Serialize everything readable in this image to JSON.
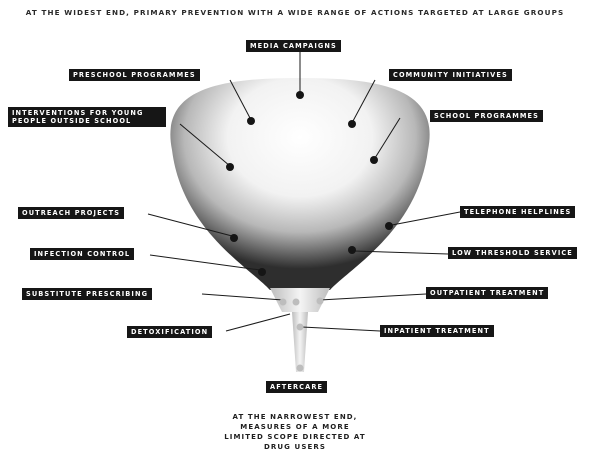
{
  "header": "At the widest end, primary prevention with a wide range of actions targeted at large groups",
  "footer_lines": [
    "At the narrowest end,",
    "measures of a more",
    "limited scope directed at",
    "drug users"
  ],
  "labels": {
    "media_campaigns": "Media campaigns",
    "preschool_programmes": "Preschool programmes",
    "community_initiatives": "Community initiatives",
    "interventions_young_line1": "Interventions for young",
    "interventions_young_line2": "people outside school",
    "school_programmes": "School programmes",
    "outreach_projects": "Outreach projects",
    "telephone_helplines": "Telephone helplines",
    "infection_control": "Infection control",
    "low_threshold_service": "Low threshold service",
    "substitute_prescribing": "Substitute prescribing",
    "outpatient_treatment": "Outpatient treatment",
    "detoxification": "Detoxification",
    "inpatient_treatment": "Inpatient treatment",
    "aftercare": "Aftercare"
  }
}
